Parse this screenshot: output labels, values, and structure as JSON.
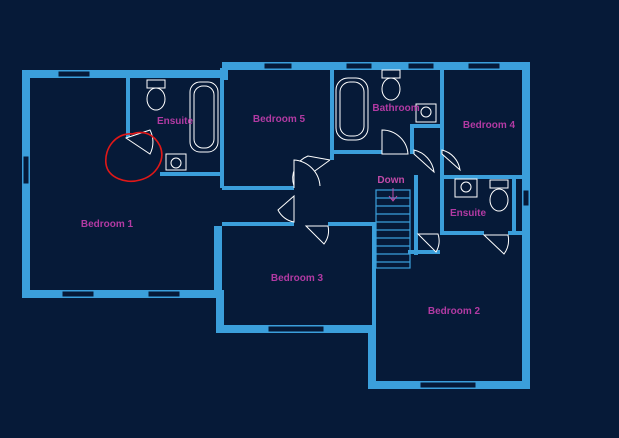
{
  "rooms": {
    "bedroom1": "Bedroom 1",
    "bedroom2": "Bedroom 2",
    "bedroom3": "Bedroom 3",
    "bedroom4": "Bedroom 4",
    "bedroom5": "Bedroom 5",
    "ensuite1": "Ensuite",
    "ensuite2": "Ensuite",
    "bathroom": "Bathroom"
  },
  "stairs": {
    "label": "Down"
  },
  "colors": {
    "background": "#061a38",
    "walls": "#3b9fdb",
    "labels": "#b23aa3",
    "annotation": "#e01818"
  }
}
